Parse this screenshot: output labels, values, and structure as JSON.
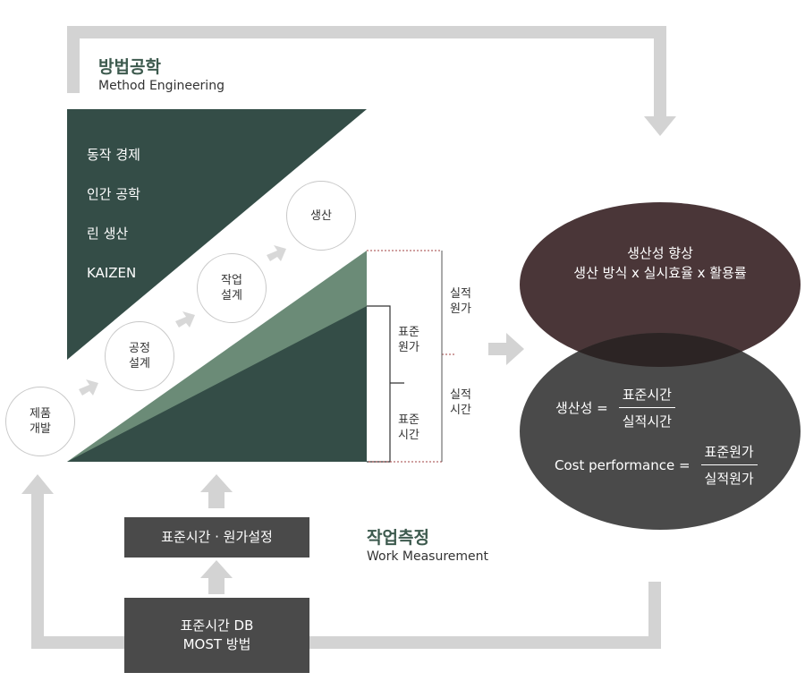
{
  "method_engineering": {
    "title_ko": "방법공학",
    "title_en": "Method Engineering",
    "items": [
      "동작 경제",
      "인간 공학",
      "린 생산",
      "KAIZEN"
    ]
  },
  "steps": [
    "제품\n개발",
    "공정\n설계",
    "작업\n설계",
    "생산"
  ],
  "bracket_labels": {
    "std_cost": "표준\n원가",
    "std_time": "표준\n시간",
    "actual_cost": "실적\n원가",
    "actual_time": "실적\n시간"
  },
  "productivity": {
    "title": "생산성 향상",
    "formula": "생산 방식 x 실시효율 x 활용률",
    "eq1": {
      "lhs": "생산성 =",
      "num": "표준시간",
      "den": "실적시간"
    },
    "eq2": {
      "lhs": "Cost performance =",
      "num": "표준원가",
      "den": "실적원가"
    }
  },
  "work_measurement": {
    "title_ko": "작업측정",
    "title_en": "Work Measurement"
  },
  "boxes": {
    "setting": "표준시간 · 원가설정",
    "db": "표준시간 DB\nMOST 방법"
  },
  "colors": {
    "dark_green": "#344d47",
    "light_green": "#6b8b77",
    "arrow_gray": "#d3d3d3",
    "box_gray": "#4a4a4a",
    "ellipse_top": "#4a3638",
    "ellipse_bottom": "#4a4a4a",
    "ellipse_overlap": "#2c2424"
  }
}
